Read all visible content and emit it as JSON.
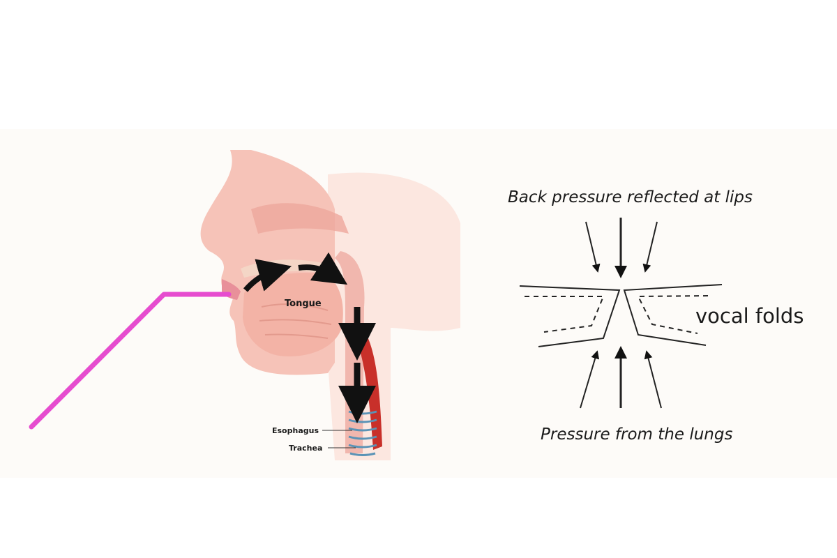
{
  "anatomy": {
    "tongue_label": "Tongue",
    "esophagus_label": "Esophagus",
    "trachea_label": "Trachea",
    "straw_color": "#e64ccf"
  },
  "vocal_folds_diagram": {
    "top_caption": "Back pressure reflected at lips",
    "bottom_caption": "Pressure from the lungs",
    "folds_label": "vocal folds"
  }
}
